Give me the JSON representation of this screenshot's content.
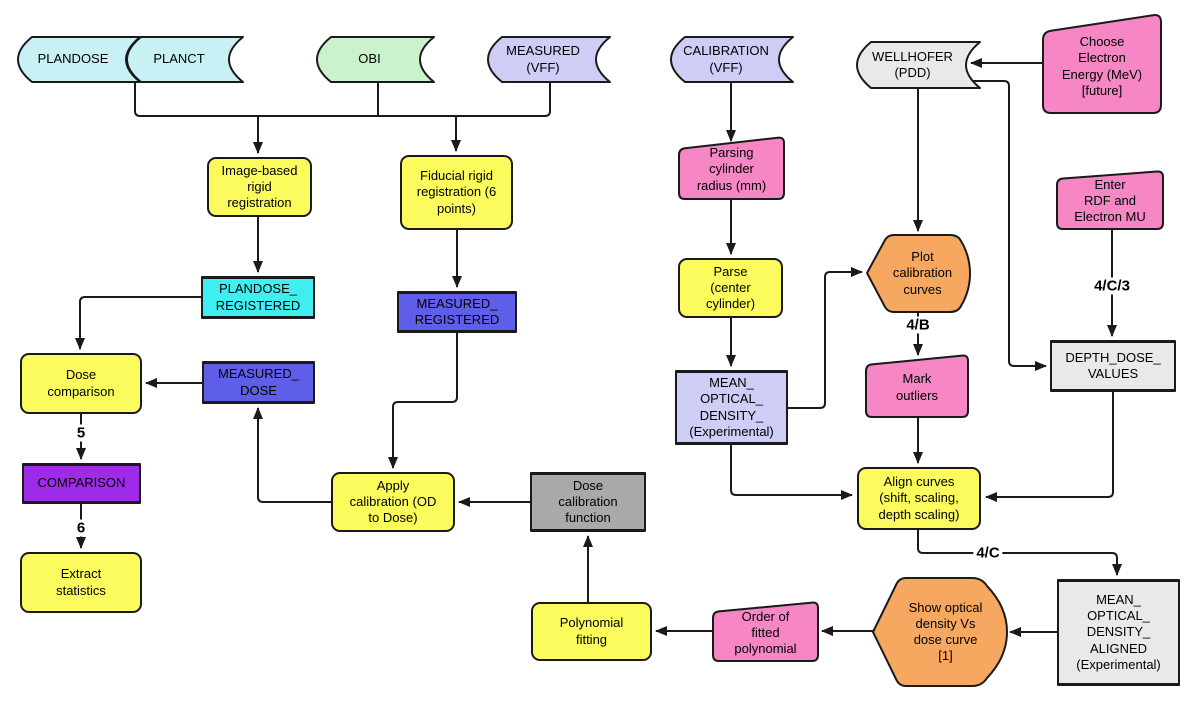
{
  "palette": {
    "yellow": "#FBFB5E",
    "bright_cyan": "#3FEEEE",
    "pale_cyan": "#C8F1F5",
    "pale_green": "#CBF3CB",
    "lavender": "#CDCDF5",
    "blue_violet": "#5E5EE8",
    "purple": "#9D2BE8",
    "pink": "#F687C4",
    "orange": "#F7A860",
    "light_gray": "#E9E9E9",
    "dark_gray": "#A9A9A9",
    "line": "#1a1a1a"
  },
  "nodes": {
    "plandose": {
      "label": "PLANDOSE"
    },
    "planct": {
      "label": "PLANCT"
    },
    "obi": {
      "label": "OBI"
    },
    "measured_vff": {
      "label": "MEASURED\n(VFF)"
    },
    "calibration_vff": {
      "label": "CALIBRATION\n(VFF)"
    },
    "wellhofer": {
      "label": "WELLHOFER\n(PDD)"
    },
    "choose_electron_energy": {
      "label": "Choose\nElectron\nEnergy (MeV)\n[future]"
    },
    "enter_rdf_electron_mu": {
      "label": "Enter\nRDF and\nElectron MU"
    },
    "image_based_rigid_registration": {
      "label": "Image-based\nrigid\nregistration"
    },
    "fiducial_rigid_registration": {
      "label": "Fiducial rigid\nregistration (6\npoints)"
    },
    "parsing_cylinder_radius": {
      "label": "Parsing\ncylinder\nradius (mm)"
    },
    "parse_center_cylinder": {
      "label": "Parse\n(center\ncylinder)"
    },
    "plandose_registered": {
      "label": "PLANDOSE_\nREGISTERED"
    },
    "measured_registered": {
      "label": "MEASURED_\nREGISTERED"
    },
    "mean_optical_density_experimental": {
      "label": "MEAN_\nOPTICAL_\nDENSITY_\n(Experimental)"
    },
    "plot_calibration_curves": {
      "label": "Plot\ncalibration\ncurves"
    },
    "mark_outliers": {
      "label": "Mark\noutliers"
    },
    "depth_dose_values": {
      "label": "DEPTH_DOSE_\nVALUES"
    },
    "dose_comparison": {
      "label": "Dose\ncomparison"
    },
    "measured_dose": {
      "label": "MEASURED_\nDOSE"
    },
    "comparison": {
      "label": "COMPARISON"
    },
    "extract_statistics": {
      "label": "Extract\nstatistics"
    },
    "apply_calibration": {
      "label": "Apply\ncalibration (OD\nto Dose)"
    },
    "dose_calibration_function": {
      "label": "Dose\ncalibration\nfunction"
    },
    "align_curves": {
      "label": "Align curves\n(shift, scaling,\ndepth scaling)"
    },
    "polynomial_fitting": {
      "label": "Polynomial\nfitting"
    },
    "order_of_fitted_polynomial": {
      "label": "Order of\nfitted\npolynomial"
    },
    "show_optical_density_vs_dose_curve": {
      "label": "Show optical\ndensity Vs\ndose curve\n[1]"
    },
    "mean_optical_density_aligned": {
      "label": "MEAN_\nOPTICAL_\nDENSITY_\nALIGNED\n(Experimental)"
    }
  },
  "edge_labels": {
    "l5": "5",
    "l6": "6",
    "l4b": "4/B",
    "l4c": "4/C",
    "l4c3": "4/C/3"
  },
  "edges": [
    {
      "from": "plandose_planct",
      "to": "image_based_rigid_registration",
      "label": ""
    },
    {
      "from": "obi",
      "to": "image_based_rigid_registration",
      "label": ""
    },
    {
      "from": "measured_vff",
      "to": "fiducial_rigid_registration",
      "label": ""
    },
    {
      "from": "image_based_rigid_registration",
      "to": "plandose_registered",
      "label": ""
    },
    {
      "from": "fiducial_rigid_registration",
      "to": "measured_registered",
      "label": ""
    },
    {
      "from": "plandose_registered",
      "to": "dose_comparison",
      "label": ""
    },
    {
      "from": "measured_dose",
      "to": "dose_comparison",
      "label": ""
    },
    {
      "from": "dose_comparison",
      "to": "comparison",
      "label": "5"
    },
    {
      "from": "comparison",
      "to": "extract_statistics",
      "label": "6"
    },
    {
      "from": "measured_registered",
      "to": "apply_calibration",
      "label": ""
    },
    {
      "from": "apply_calibration",
      "to": "measured_dose",
      "label": ""
    },
    {
      "from": "dose_calibration_function",
      "to": "apply_calibration",
      "label": ""
    },
    {
      "from": "polynomial_fitting",
      "to": "dose_calibration_function",
      "label": ""
    },
    {
      "from": "order_of_fitted_polynomial",
      "to": "polynomial_fitting",
      "label": ""
    },
    {
      "from": "show_optical_density_vs_dose_curve",
      "to": "order_of_fitted_polynomial",
      "label": ""
    },
    {
      "from": "mean_optical_density_aligned",
      "to": "show_optical_density_vs_dose_curve",
      "label": ""
    },
    {
      "from": "calibration_vff",
      "to": "parsing_cylinder_radius",
      "label": ""
    },
    {
      "from": "parsing_cylinder_radius",
      "to": "parse_center_cylinder",
      "label": ""
    },
    {
      "from": "parse_center_cylinder",
      "to": "mean_optical_density_experimental",
      "label": ""
    },
    {
      "from": "mean_optical_density_experimental",
      "to": "plot_calibration_curves",
      "label": ""
    },
    {
      "from": "wellhofer",
      "to": "plot_calibration_curves",
      "label": ""
    },
    {
      "from": "plot_calibration_curves",
      "to": "mark_outliers",
      "label": "4/B"
    },
    {
      "from": "mark_outliers",
      "to": "align_curves",
      "label": ""
    },
    {
      "from": "mean_optical_density_experimental",
      "to": "align_curves",
      "label": ""
    },
    {
      "from": "depth_dose_values",
      "to": "align_curves",
      "label": ""
    },
    {
      "from": "align_curves",
      "to": "mean_optical_density_aligned",
      "label": "4/C"
    },
    {
      "from": "choose_electron_energy",
      "to": "wellhofer",
      "label": ""
    },
    {
      "from": "wellhofer",
      "to": "depth_dose_values",
      "label": ""
    },
    {
      "from": "enter_rdf_electron_mu",
      "to": "depth_dose_values",
      "label": "4/C/3"
    }
  ]
}
